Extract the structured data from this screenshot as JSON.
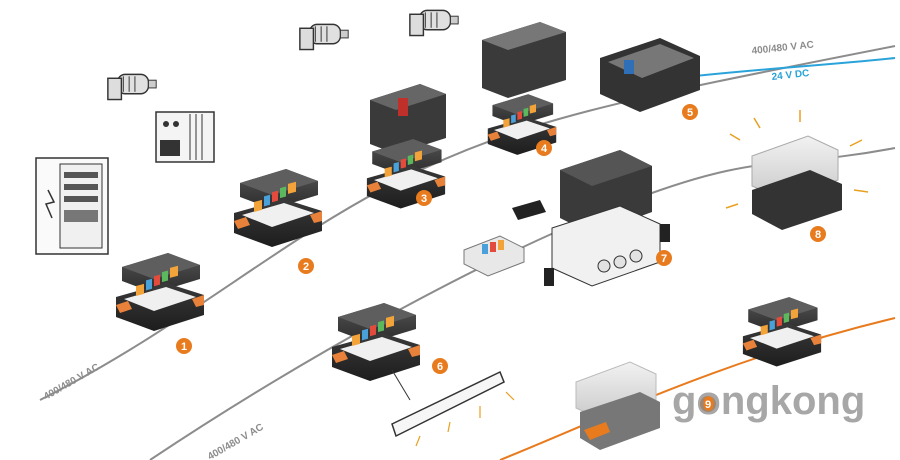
{
  "cables": {
    "label_main_top": "400/480 V AC",
    "label_dc": "24 V DC",
    "label_left": "400/480 V AC",
    "label_mid": "400/480 V AC",
    "color_ac": "#8c8c8c",
    "color_dc": "#29a3d9",
    "color_orange": "#e87b1e"
  },
  "markers": {
    "color": "#e87b1e",
    "items": [
      "1",
      "2",
      "3",
      "4",
      "5",
      "6",
      "7",
      "8",
      "9"
    ]
  },
  "watermark": "gongkong",
  "icons": {
    "cabinet": "control-cabinet-icon",
    "drive": "frequency-drive-icon",
    "motor": "motor-icon",
    "lamp": "lamp-icon",
    "junction_box": "junction-box-icon"
  }
}
